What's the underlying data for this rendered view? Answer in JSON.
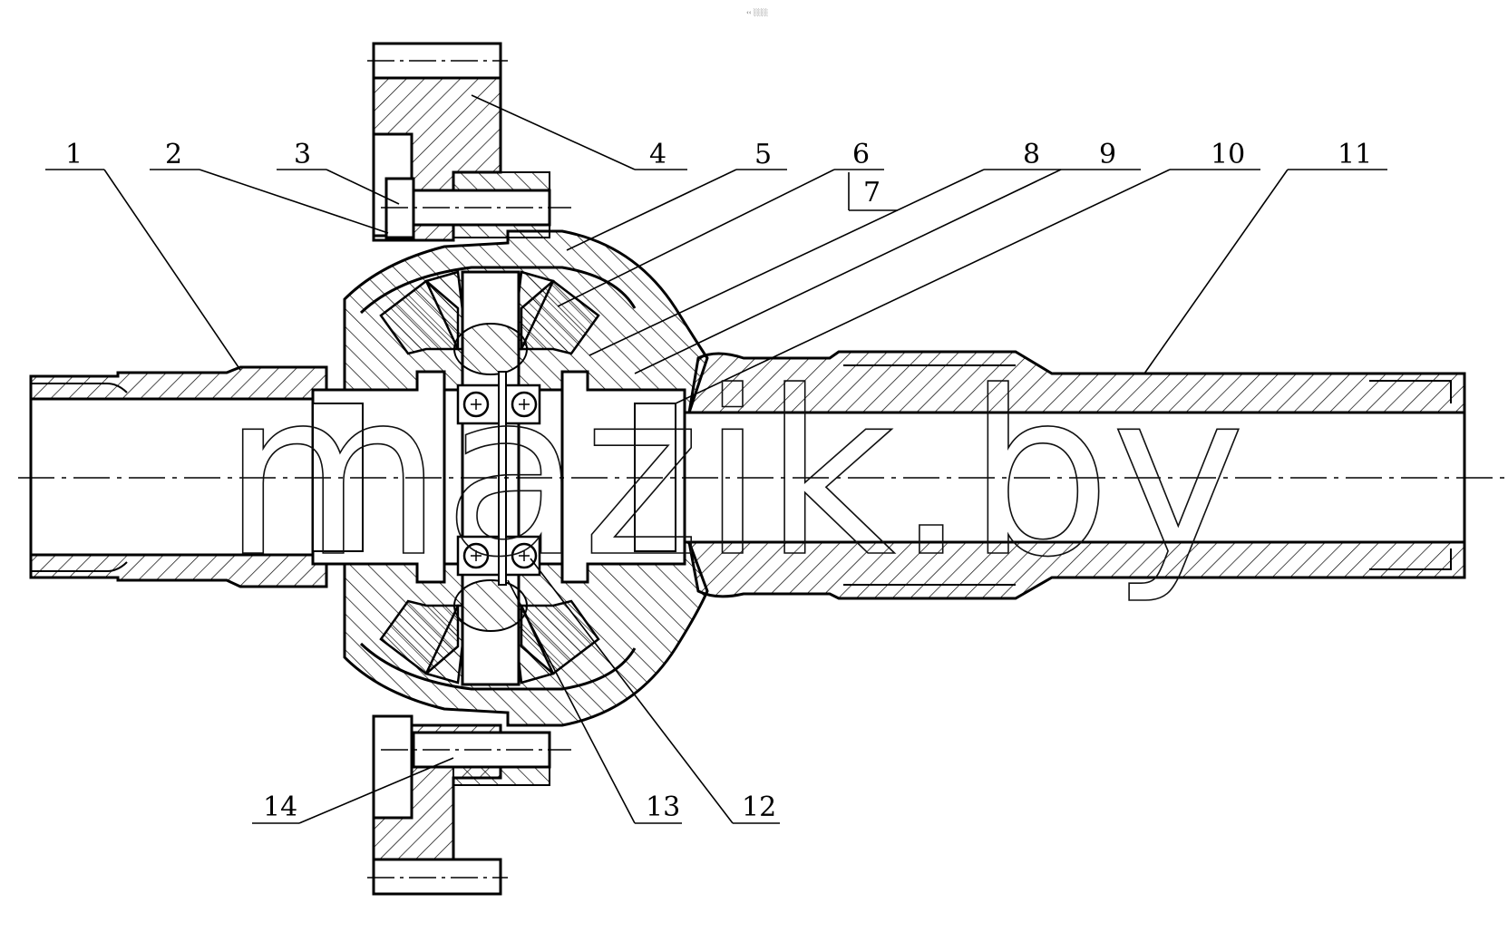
{
  "header": {
    "mark": "‹‹ ░░░"
  },
  "watermark": "mazik.by",
  "callouts": [
    "1",
    "2",
    "3",
    "4",
    "5",
    "6",
    "7",
    "8",
    "9",
    "10",
    "11",
    "12",
    "13",
    "14"
  ],
  "colors": {
    "line": "#000000",
    "background": "#ffffff"
  }
}
